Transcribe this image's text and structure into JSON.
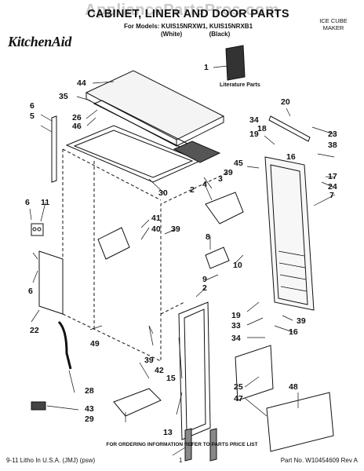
{
  "watermark": "AppliancePartsPros.com",
  "header": {
    "title": "CABINET, LINER AND DOOR PARTS",
    "models": "For Models: KUIS15NRXW1, KUIS15NRXB1",
    "color_white": "(White)",
    "color_black": "(Black)",
    "brand": "KitchenAid",
    "category_line1": "ICE CUBE",
    "category_line2": "MAKER"
  },
  "literature_label": "Literature Parts",
  "callouts": {
    "c1": "1",
    "c2": "2",
    "c3": "3",
    "c4": "4",
    "c5": "5",
    "c6": "6",
    "c7": "7",
    "c8": "8",
    "c9": "9",
    "c10": "10",
    "c11": "11",
    "c13": "13",
    "c15": "15",
    "c16": "16",
    "c17": "17",
    "c19": "19",
    "c20": "20",
    "c22": "22",
    "c23": "23",
    "c24": "24",
    "c25": "25",
    "c26": "26",
    "c28": "28",
    "c29": "29",
    "c30": "30",
    "c33": "33",
    "c34": "34",
    "c35": "35",
    "c38": "38",
    "c39": "39",
    "c40": "40",
    "c41": "41",
    "c42": "42",
    "c43": "43",
    "c44": "44",
    "c45": "45",
    "c46": "46",
    "c47": "47",
    "c48": "48",
    "c49": "49"
  },
  "footer": {
    "note": "FOR ORDERING INFORMATION REFER TO PARTS PRICE LIST",
    "left": "9-11 Litho In U.S.A. (JMJ) (psw)",
    "page": "1",
    "part_no": "Part No. W10454609 Rev A"
  }
}
